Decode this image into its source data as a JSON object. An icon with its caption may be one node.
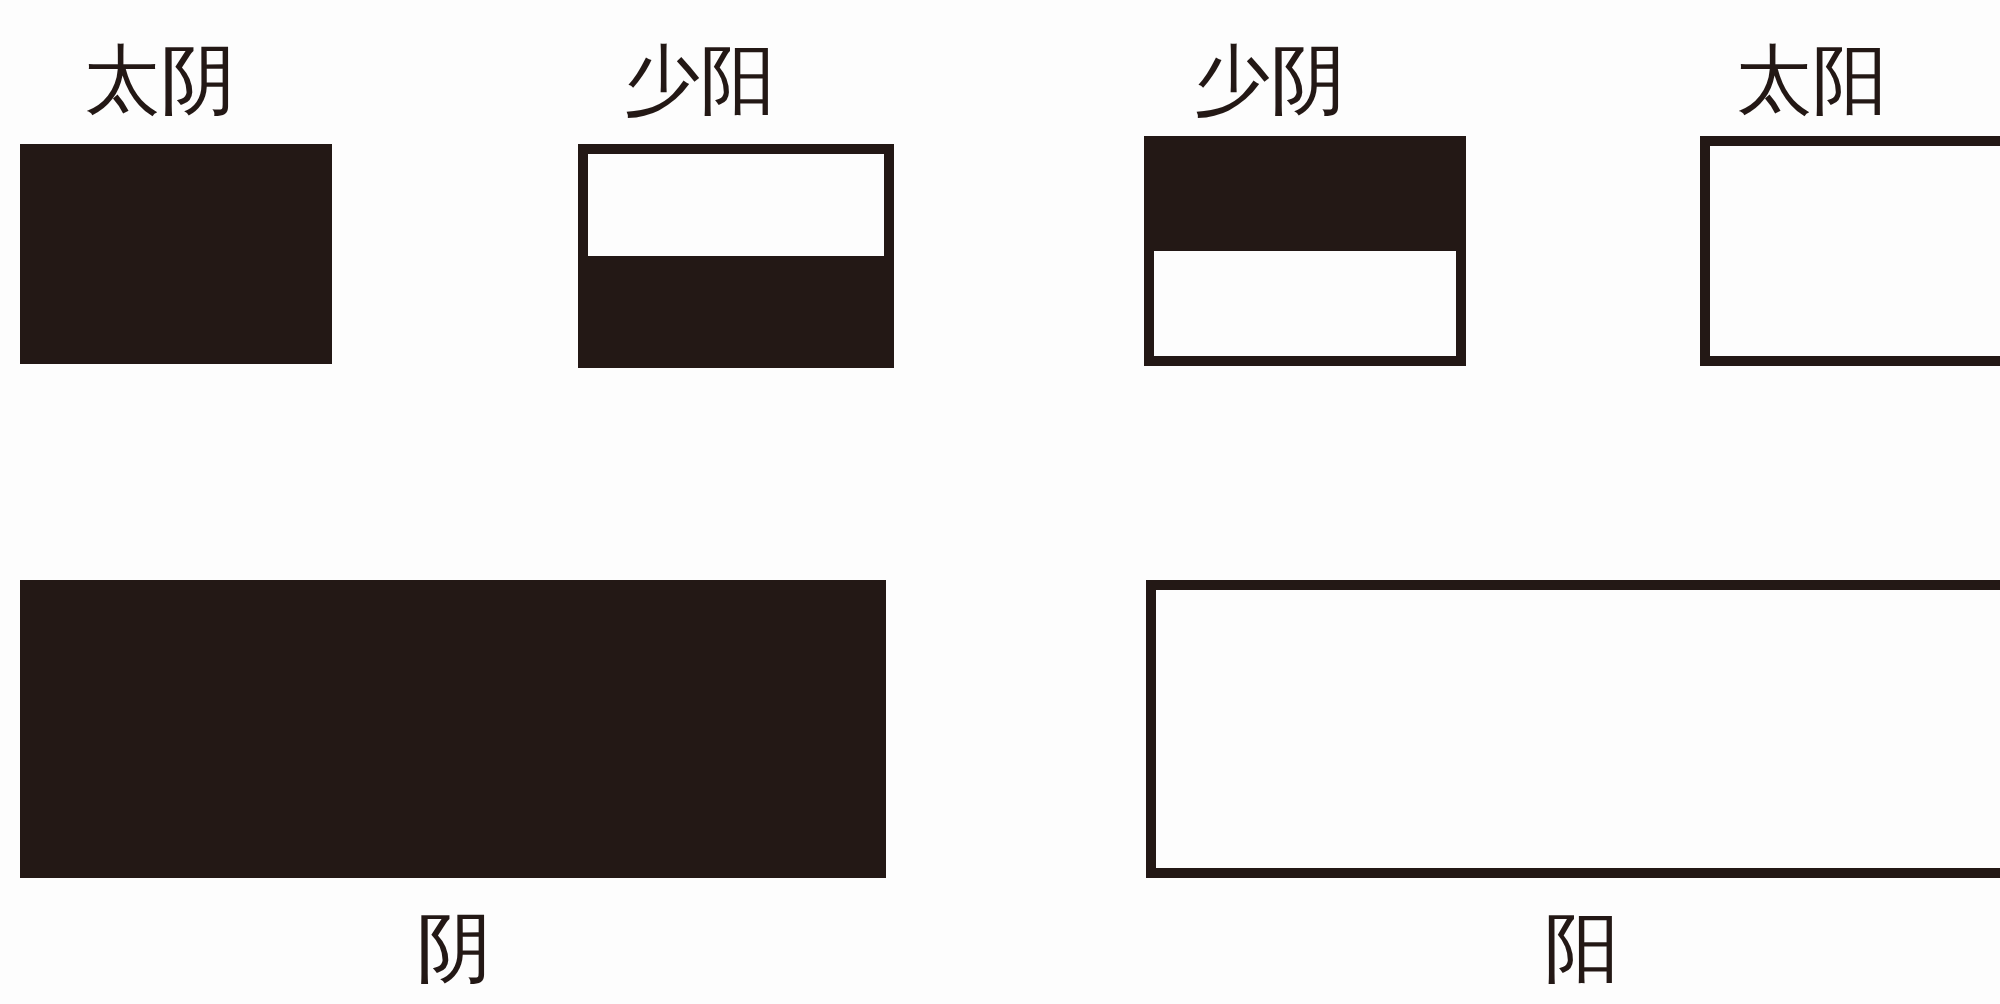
{
  "diagram": {
    "nodes": [
      {
        "text": [
          "太阴"
        ]
      },
      {
        "text": [
          "少阳"
        ]
      },
      {
        "text": [
          "少阴"
        ]
      },
      {
        "text": [
          "太阳"
        ]
      },
      {
        "text": [
          "阴"
        ]
      },
      {
        "text": [
          "阳"
        ]
      }
    ],
    "edges": []
  }
}
